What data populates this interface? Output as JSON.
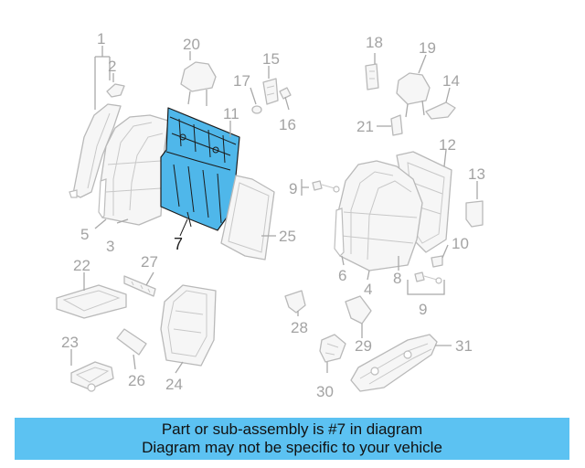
{
  "banner": {
    "line1": "Part or sub-assembly is #7 in diagram",
    "line2": "Diagram may not be specific to your vehicle"
  },
  "highlight": {
    "part_number": "7",
    "fill_color": "#4fb7ea",
    "banner_color": "#5cc2f2"
  },
  "callouts": {
    "c1": "1",
    "c2": "2",
    "c3": "3",
    "c4": "4",
    "c5": "5",
    "c6": "6",
    "c7": "7",
    "c8": "8",
    "c9a": "9",
    "c9b": "9",
    "c10": "10",
    "c11": "11",
    "c12": "12",
    "c13": "13",
    "c14": "14",
    "c15": "15",
    "c16": "16",
    "c17": "17",
    "c18": "18",
    "c19": "19",
    "c20": "20",
    "c21": "21",
    "c22": "22",
    "c23": "23",
    "c24": "24",
    "c25": "25",
    "c26": "26",
    "c27": "27",
    "c28": "28",
    "c29": "29",
    "c30": "30",
    "c31": "31"
  }
}
